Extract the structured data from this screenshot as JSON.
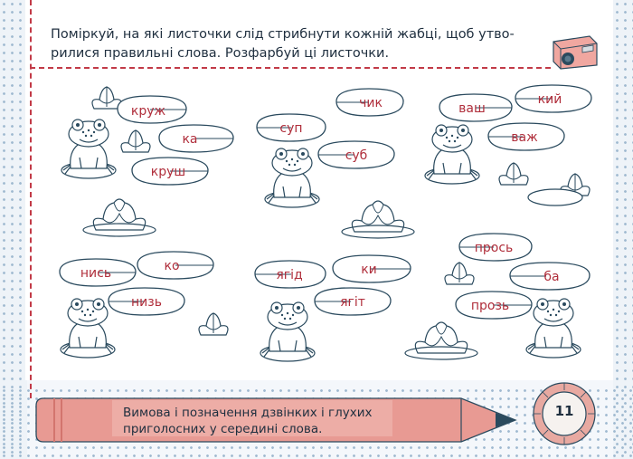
{
  "instruction": "Поміркуй, на які листочки слід стрибнути кожній жабці, щоб утво-рилися правильні слова. Розфарбуй ці листочки.",
  "instruction_line1": "Поміркуй, на які листочки слід стрибнути кожній жабці, щоб утво-",
  "instruction_line2": "рилися правильні слова. Розфарбуй ці листочки.",
  "leaves": [
    {
      "text": "круж"
    },
    {
      "text": "ка"
    },
    {
      "text": "круш"
    },
    {
      "text": "суп"
    },
    {
      "text": "чик"
    },
    {
      "text": "суб"
    },
    {
      "text": "ваш"
    },
    {
      "text": "кий"
    },
    {
      "text": "важ"
    },
    {
      "text": "нись"
    },
    {
      "text": "ко"
    },
    {
      "text": "низь"
    },
    {
      "text": "ягід"
    },
    {
      "text": "ки"
    },
    {
      "text": "ягіт"
    },
    {
      "text": "прось"
    },
    {
      "text": "ба"
    },
    {
      "text": "прозь"
    }
  ],
  "footer_line1": "Вимова і позначення дзвінких і глухих",
  "footer_line2": "приголосних у середині слова.",
  "page_number": "11",
  "colors": {
    "accent": "#c23a47",
    "line": "#2a4a5e",
    "pencil": "#e89a93",
    "pencil_dark": "#d3756e",
    "text": "#1f2f3f",
    "dots": "#9fb9d0"
  },
  "icons": [
    "pencil-sharpener-icon",
    "pencil-icon",
    "frog-icon",
    "lotus-icon",
    "gear-badge-icon"
  ]
}
